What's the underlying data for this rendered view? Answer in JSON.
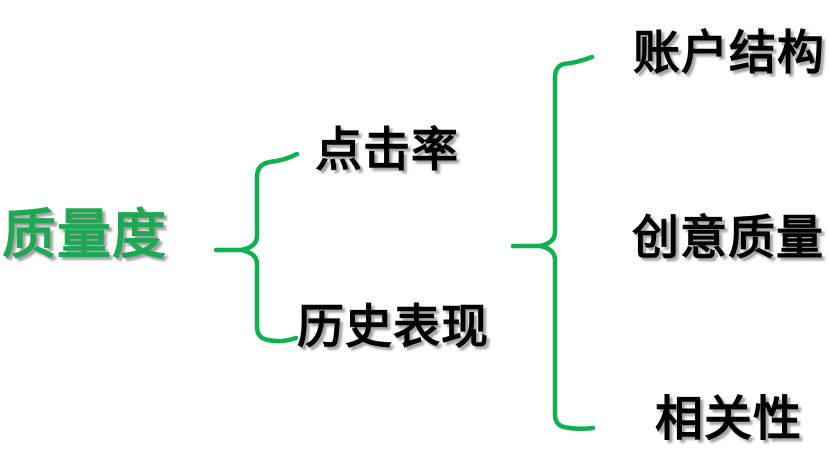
{
  "diagram": {
    "type": "bracket-tree",
    "root": {
      "label": "质量度"
    },
    "mid_nodes": [
      {
        "label": "点击率"
      },
      {
        "label": "历史表现"
      }
    ],
    "leaf_nodes": [
      {
        "label": "账户结构"
      },
      {
        "label": "创意质量"
      },
      {
        "label": "相关性"
      }
    ]
  },
  "colors": {
    "root_text_green": "#1FA854",
    "brace_green": "#0FB050",
    "node_text_black": "#000000",
    "shadow_gray": "#5A5A5A",
    "background": "#FFFFFF"
  }
}
